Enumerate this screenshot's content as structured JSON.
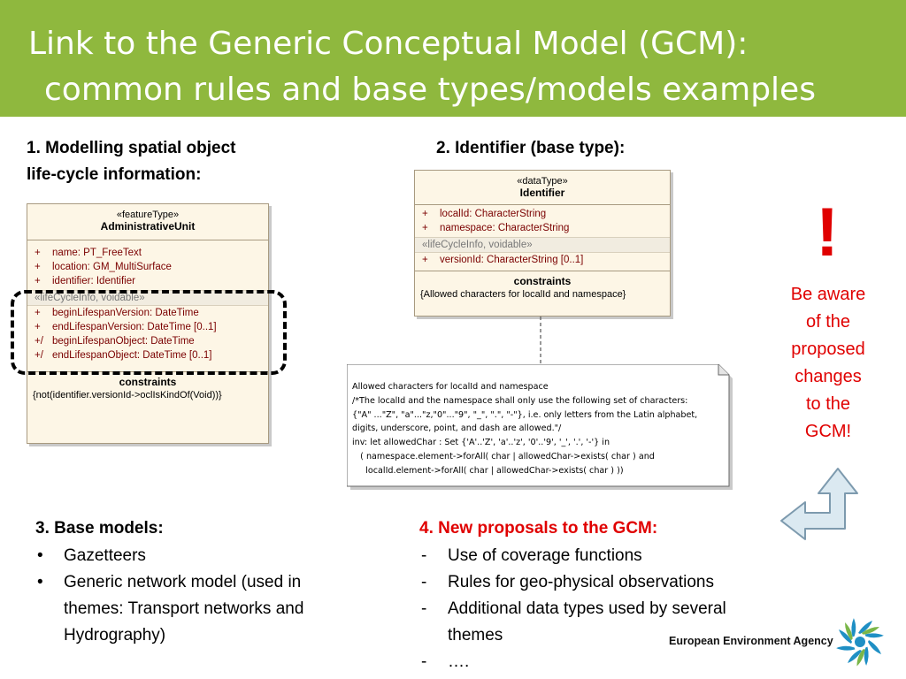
{
  "title": {
    "line1": "Link to the Generic Conceptual Model (GCM):",
    "line2": "common rules and base types/models examples"
  },
  "section1": {
    "heading_line1": "1. Modelling spatial object",
    "heading_line2": "life-cycle information:",
    "uml": {
      "stereotype": "«featureType»",
      "name": "AdministrativeUnit",
      "attributes": [
        {
          "vis": "+",
          "text": "name:  PT_FreeText"
        },
        {
          "vis": "+",
          "text": "location:  GM_MultiSurface"
        },
        {
          "vis": "+",
          "text": "identifier:  Identifier"
        }
      ],
      "group_label": "«lifeCycleInfo, voidable»",
      "group_attributes": [
        {
          "vis": "+",
          "text": "beginLifespanVersion:  DateTime"
        },
        {
          "vis": "+",
          "text": "endLifespanVersion:  DateTime [0..1]"
        },
        {
          "vis": "+/",
          "text": "beginLifespanObject:  DateTime"
        },
        {
          "vis": "+/",
          "text": "endLifespanObject:  DateTime [0..1]"
        }
      ],
      "constraints_heading": "constraints",
      "constraint": "{not(identifier.versionId->oclIsKindOf(Void))}"
    }
  },
  "section2": {
    "heading": "2. Identifier (base type):",
    "uml": {
      "stereotype": "«dataType»",
      "name": "Identifier",
      "attributes": [
        {
          "vis": "+",
          "text": "localId:  CharacterString"
        },
        {
          "vis": "+",
          "text": "namespace:  CharacterString"
        }
      ],
      "group_label": "«lifeCycleInfo, voidable»",
      "group_attributes": [
        {
          "vis": "+",
          "text": "versionId:  CharacterString [0..1]"
        }
      ],
      "constraints_heading": "constraints",
      "constraint": "{Allowed characters for localId and namespace}"
    },
    "note_lines": [
      "Allowed characters for localId and namespace",
      "/*The localId and the namespace shall only use the following set of characters:",
      "{\"A\" ...\"Z\", \"a\"...\"z,\"0\"...\"9\", \"_\", \".\", \"-\"}, i.e. only letters from the Latin alphabet,",
      "digits, underscore, point, and dash are allowed.\"/",
      "inv: let allowedChar : Set {'A'..'Z', 'a'..'z', '0'..'9', '_', '.', '-'} in",
      "   ( namespace.element->forAll( char | allowedChar->exists( char ) and",
      "     localId.element->forAll( char | allowedChar->exists( char ) ))"
    ]
  },
  "warning": {
    "exclamation": "!",
    "lines": [
      "Be aware",
      "of the",
      "proposed",
      "changes",
      "to the",
      "GCM!"
    ]
  },
  "section3": {
    "heading": "3. Base models:",
    "bullet": "•",
    "items": [
      {
        "lines": [
          "Gazetteers"
        ]
      },
      {
        "lines": [
          "Generic network model (used in",
          "themes: Transport networks and",
          "Hydrography)"
        ]
      }
    ]
  },
  "section4": {
    "heading": "4. New proposals to the GCM:",
    "dash": "-",
    "items": [
      {
        "lines": [
          "Use of coverage functions"
        ]
      },
      {
        "lines": [
          "Rules for geo-physical observations"
        ]
      },
      {
        "lines": [
          "Additional data types used by several",
          "themes"
        ]
      },
      {
        "lines": [
          "…."
        ]
      }
    ]
  },
  "footer": {
    "agency": "European Environment Agency",
    "logo_icon": "eea-swirl-logo-icon"
  },
  "colors": {
    "title_bar": "#8fb83e",
    "accent_red": "#e00000",
    "uml_fill": "#fdf6e6",
    "arrow_fill": "#dbe9f1"
  }
}
